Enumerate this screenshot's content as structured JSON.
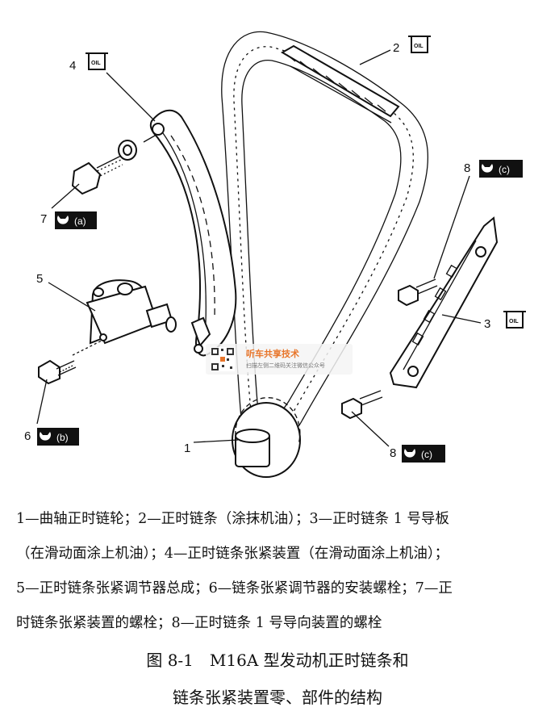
{
  "callouts": {
    "c1": "1",
    "c2": "2",
    "c3": "3",
    "c4": "4",
    "c5": "5",
    "c6": "6",
    "c7": "7",
    "c8a": "8",
    "c8b": "8"
  },
  "torque_badges": {
    "b6": "(b)",
    "b7": "(a)",
    "b8a": "(c)",
    "b8b": "(c)"
  },
  "oil_symbol_text": "OIL",
  "watermark": {
    "title": "听车共享技术",
    "subtitle": "扫描左侧二维码关注微信公众号"
  },
  "legend_lines": [
    "1—曲轴正时链轮；2—正时链条（涂抹机油）；3—正时链条 1 号导板",
    "（在滑动面涂上机油）；4—正时链条张紧装置（在滑动面涂上机油）；",
    "5—正时链条张紧调节器总成；6—链条张紧调节器的安装螺栓；7—正",
    "时链条张紧装置的螺栓；8—正时链条 1 号导向装置的螺栓"
  ],
  "figure_title": {
    "line1": "图 8-1　M16A 型发动机正时链条和",
    "line2": "链条张紧装置零、部件的结构"
  }
}
